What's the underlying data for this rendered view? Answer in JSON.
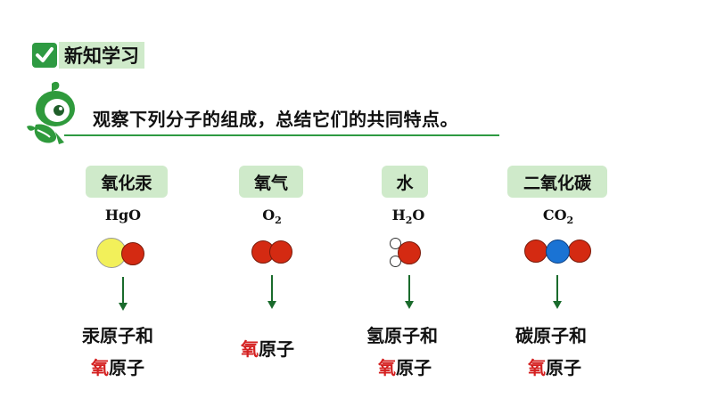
{
  "header": {
    "title": "新知学习",
    "check_icon": "checkmark-icon",
    "accent": "#2e9a42"
  },
  "question": "观察下列分子的组成，总结它们的共同特点。",
  "mascot_icon": "green-mascot-icon",
  "colors": {
    "oxygen": "#d42a12",
    "mercury": "#f2f05a",
    "hydrogen": "#ffffff",
    "carbon": "#1a73d4",
    "name_box": "#cfeaca"
  },
  "molecules": [
    {
      "name": "氧化汞",
      "formula_main": "HgO",
      "formula_sub": "",
      "formula_tail": "",
      "line1_red": "",
      "line1_rest": "汞原子和",
      "line2_red": "氧",
      "line2_rest": "原子"
    },
    {
      "name": "氧气",
      "formula_main": "O",
      "formula_sub": "2",
      "formula_tail": "",
      "line1_red": "氧",
      "line1_rest": "原子",
      "line2_red": "",
      "line2_rest": ""
    },
    {
      "name": "水",
      "formula_main": "H",
      "formula_sub": "2",
      "formula_tail": "O",
      "line1_red": "",
      "line1_rest": "氢原子和",
      "line2_red": "氧",
      "line2_rest": "原子"
    },
    {
      "name": "二氧化碳",
      "formula_main": "CO",
      "formula_sub": "2",
      "formula_tail": "",
      "line1_red": "",
      "line1_rest": "碳原子和",
      "line2_red": "氧",
      "line2_rest": "原子"
    }
  ]
}
